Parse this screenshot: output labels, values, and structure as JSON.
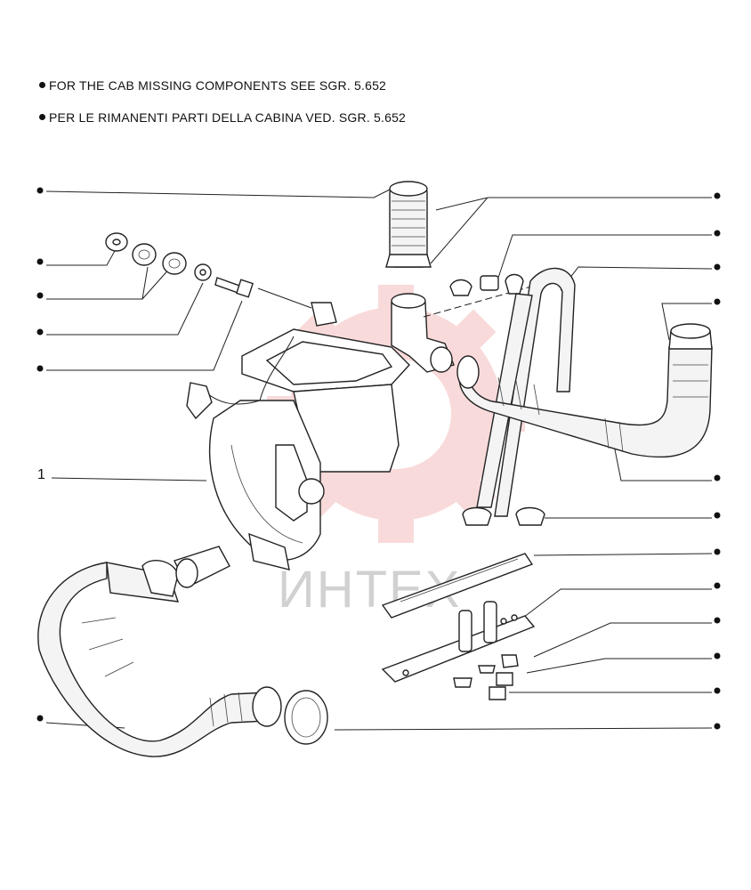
{
  "notes": {
    "english": "FOR THE CAB  MISSING COMPONENTS  SEE  SGR.  5.652",
    "italian": "PER LE  RIMANENTI PARTI DELLA CABINA VED. SGR. 5.652"
  },
  "reference_label": "1",
  "watermark": {
    "text": "ИНТЕХ",
    "logo_color": "#e23a3a",
    "text_color": "#9a9a9a"
  },
  "colors": {
    "line": "#222222",
    "background": "#ffffff"
  }
}
